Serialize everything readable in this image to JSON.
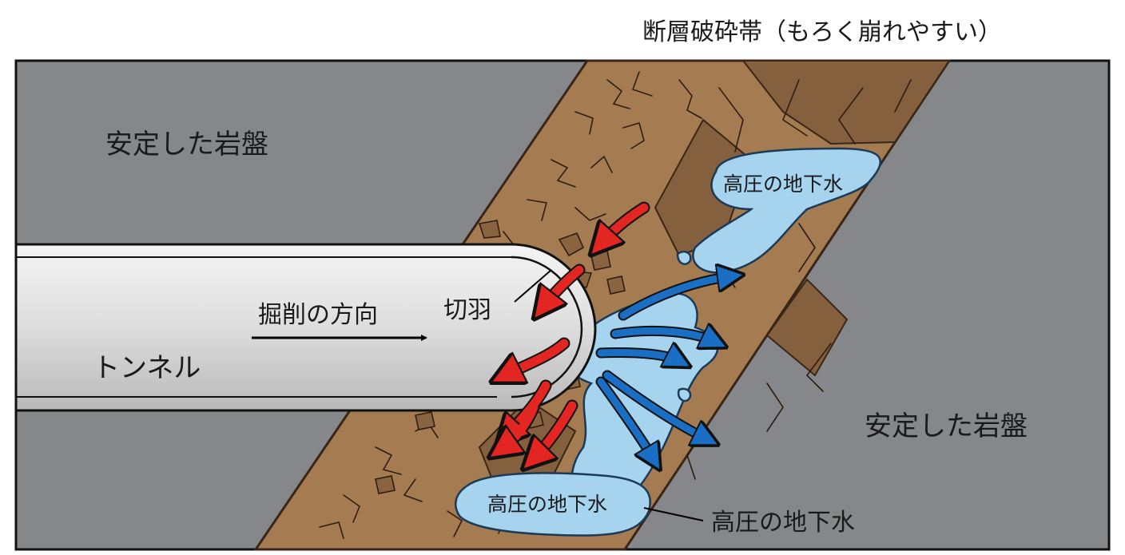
{
  "labels": {
    "fault_zone": "断層破砕帯（もろく崩れやすい）",
    "stable_rock_upper": "安定した岩盤",
    "stable_rock_lower": "安定した岩盤",
    "groundwater_upper": "高圧の地下水",
    "groundwater_lower_inner": "高圧の地下水",
    "groundwater_lower_callout": "高圧の地下水",
    "tunnel": "トンネル",
    "excavation_direction": "掘削の方向",
    "face": "切羽"
  },
  "colors": {
    "rock": "#85878a",
    "fault": "#a57c52",
    "fault_dark": "#7a5636",
    "water": "#a6d3ee",
    "tunnel": "#e2e2e2",
    "red_arrow": "#e32622",
    "blue_arrow": "#1a6fc4"
  }
}
